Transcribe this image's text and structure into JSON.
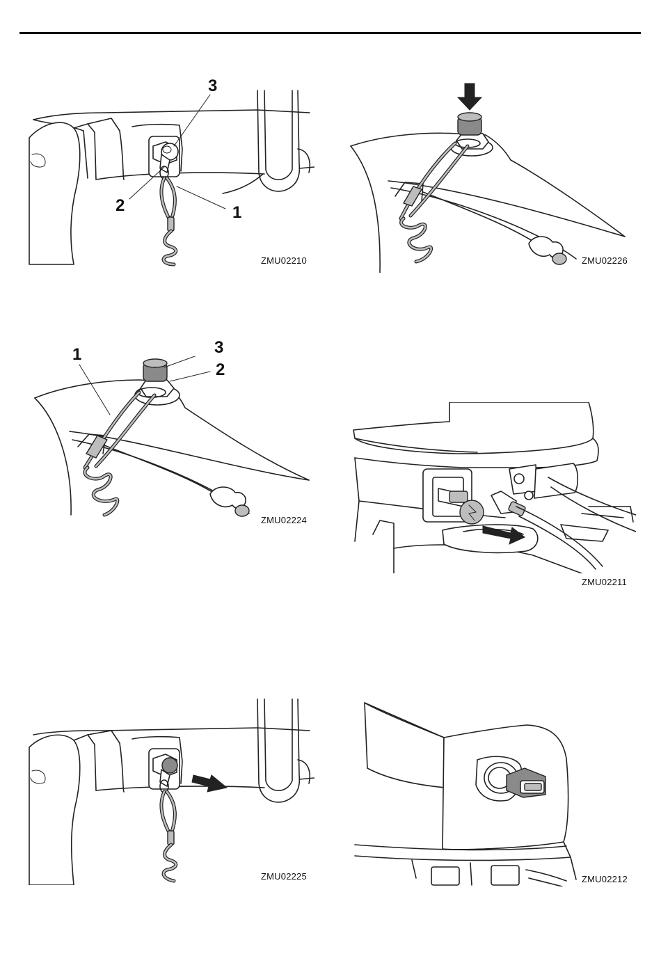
{
  "figures": [
    {
      "code": "ZMU02210",
      "callouts": [
        "3",
        "2",
        "1"
      ]
    },
    {
      "code": "ZMU02226",
      "callouts": []
    },
    {
      "code": "ZMU02224",
      "callouts": [
        "1",
        "3",
        "2"
      ]
    },
    {
      "code": "ZMU02211",
      "callouts": []
    },
    {
      "code": "ZMU02225",
      "callouts": []
    },
    {
      "code": "ZMU02212",
      "callouts": []
    }
  ],
  "icons": [
    "arrow-down-icon",
    "arrow-right-icon",
    "arrow-down-right-icon"
  ]
}
